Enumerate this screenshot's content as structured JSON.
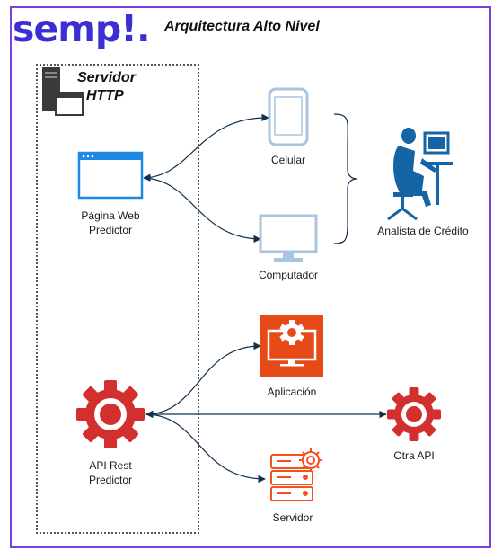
{
  "header": {
    "logo_text": "semp!.",
    "title": "Arquitectura Alto Nivel"
  },
  "server_group": {
    "title_line1": "Servidor",
    "title_line2": "HTTP"
  },
  "nodes": {
    "web_page": {
      "line1": "Página Web",
      "line2": "Predictor",
      "icon": "browser-window-icon"
    },
    "phone": {
      "label": "Celular",
      "icon": "smartphone-icon"
    },
    "computer": {
      "label": "Computador",
      "icon": "monitor-icon"
    },
    "analyst": {
      "label": "Analista de Crédito",
      "icon": "person-at-computer-icon"
    },
    "api_rest": {
      "line1": "API Rest",
      "line2": "Predictor",
      "icon": "gear-icon"
    },
    "application": {
      "label": "Aplicación",
      "icon": "app-gear-monitor-icon"
    },
    "other_api": {
      "label": "Otra API",
      "icon": "gear-icon"
    },
    "server": {
      "label": "Servidor",
      "icon": "server-gear-icon"
    }
  },
  "colors": {
    "frame": "#7a3fe0",
    "logo": "#3b2fd4",
    "browser": "#1e88e5",
    "device": "#a9c4e0",
    "analyst": "#1565a6",
    "gear": "#d32f2f",
    "app_bg": "#e64a19",
    "server": "#f4511e",
    "connector": "#10304f"
  }
}
